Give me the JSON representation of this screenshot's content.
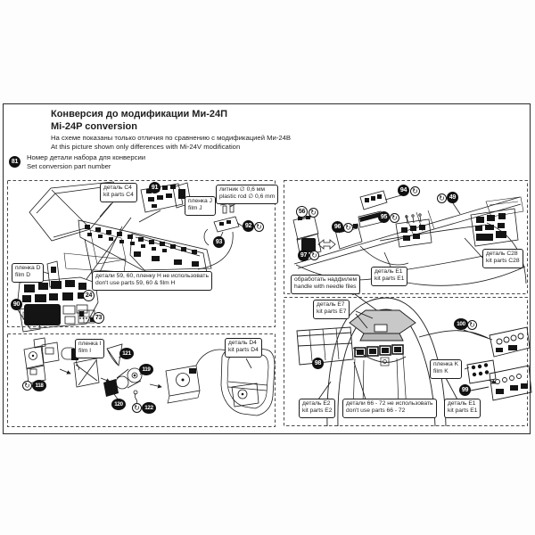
{
  "doc": {
    "title_ru": "Конверсия до модификации Ми-24П",
    "title_en": "Mi-24P conversion",
    "note_ru": "На схеме показаны только отличия по сравнению с модификацией Ми-24В",
    "note_en": "At this picture shown only differences with Mi-24V modification"
  },
  "legend": {
    "badge": "81",
    "text_ru": "Номер детали набора для конверсии",
    "text_en": "Set conversion part number"
  },
  "icons": {
    "bend_glyph": "↻"
  },
  "labels": [
    {
      "id": "part-c4",
      "ru": "деталь C4",
      "en": "kit parts C4"
    },
    {
      "id": "film-j",
      "ru": "пленка J",
      "en": "film J"
    },
    {
      "id": "plastic-rod",
      "ru": "литник ∅ 0,6 мм",
      "en": "plastic rod ∅ 0,6 mm"
    },
    {
      "id": "film-d",
      "ru": "пленка D",
      "en": "film D"
    },
    {
      "id": "dont-use-59-60",
      "ru": "детали 59, 60, пленку H не использовать",
      "en": "don't use parts 59, 60 & film H"
    },
    {
      "id": "part-c28",
      "ru": "деталь C28",
      "en": "kit parts C28"
    },
    {
      "id": "part-e1-upper",
      "ru": "деталь E1",
      "en": "kit parts E1"
    },
    {
      "id": "needle-files",
      "ru": "обработать надфилем",
      "en": "handle with needle files"
    },
    {
      "id": "part-e7",
      "ru": "деталь E7",
      "en": "kit parts E7"
    },
    {
      "id": "film-k",
      "ru": "пленка K",
      "en": "film K"
    },
    {
      "id": "part-e2",
      "ru": "деталь E2",
      "en": "kit parts E2"
    },
    {
      "id": "dont-use-66-72",
      "ru": "детали 66 - 72 не использовать",
      "en": "don't use parts 66 - 72"
    },
    {
      "id": "part-e1-lower",
      "ru": "деталь E1",
      "en": "kit parts E1"
    },
    {
      "id": "film-i",
      "ru": "пленка I",
      "en": "film I"
    },
    {
      "id": "part-d4",
      "ru": "деталь D4",
      "en": "kit parts D4"
    }
  ],
  "badges": [
    {
      "num": "91",
      "type": "set"
    },
    {
      "num": "92",
      "type": "set"
    },
    {
      "num": "93",
      "type": "set"
    },
    {
      "num": "90",
      "type": "set"
    },
    {
      "num": "24",
      "type": "kit"
    },
    {
      "num": "73",
      "type": "kit"
    },
    {
      "num": "94",
      "type": "set"
    },
    {
      "num": "49",
      "type": "set"
    },
    {
      "num": "56",
      "type": "kit"
    },
    {
      "num": "96",
      "type": "set"
    },
    {
      "num": "95",
      "type": "set"
    },
    {
      "num": "97",
      "type": "set"
    },
    {
      "num": "100",
      "type": "set"
    },
    {
      "num": "98",
      "type": "set"
    },
    {
      "num": "99",
      "type": "set"
    },
    {
      "num": "121",
      "type": "set"
    },
    {
      "num": "119",
      "type": "set"
    },
    {
      "num": "118",
      "type": "set"
    },
    {
      "num": "120",
      "type": "set"
    },
    {
      "num": "122",
      "type": "set"
    }
  ],
  "colors": {
    "ink": "#1d1d1d",
    "page": "#ffffff",
    "shade": "#c8c8c8",
    "badge_set": "#111111"
  }
}
